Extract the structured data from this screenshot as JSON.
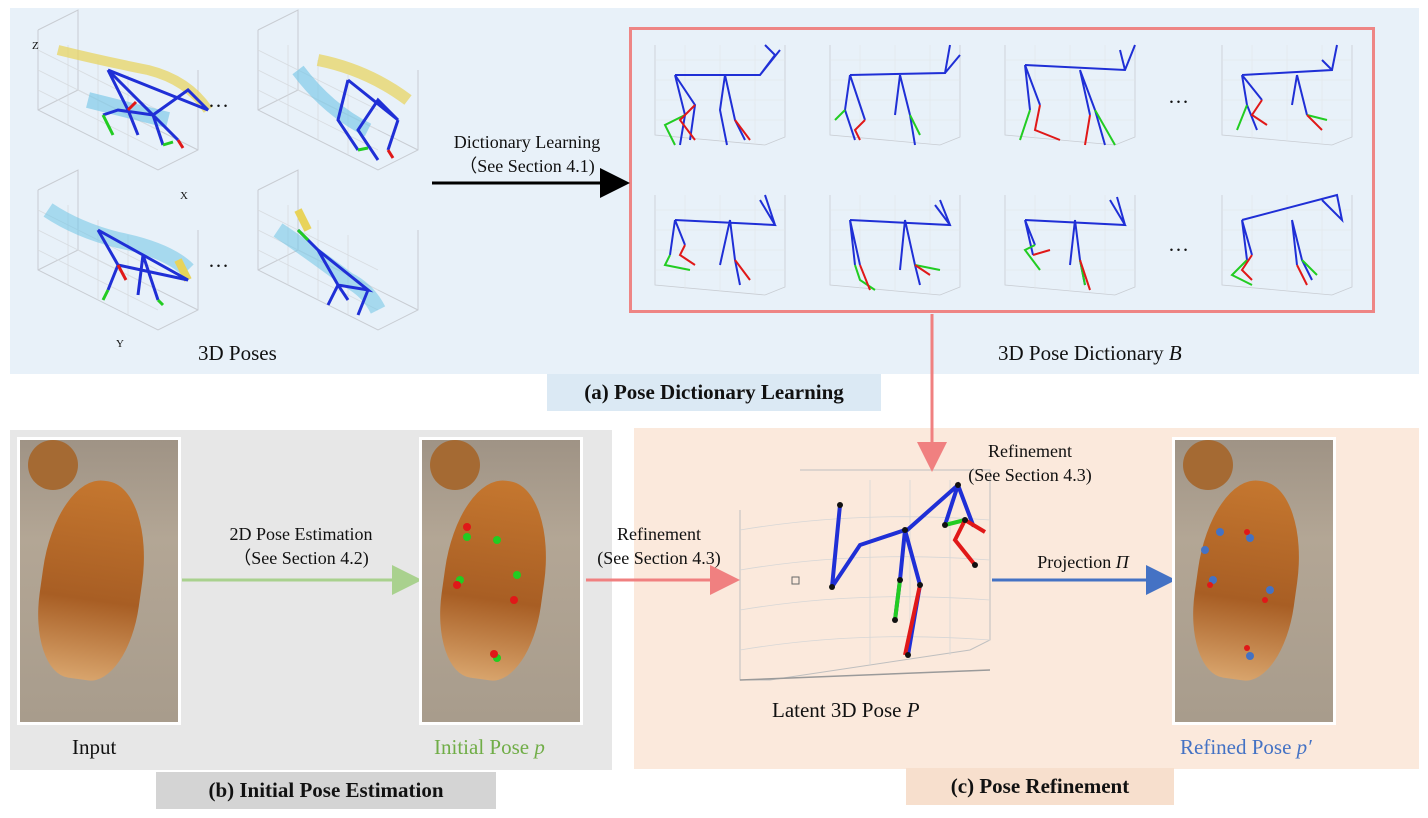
{
  "panels": {
    "a": {
      "tag": "(a) Pose Dictionary Learning"
    },
    "b": {
      "tag": "(b) Initial  Pose Estimation"
    },
    "c": {
      "tag": "(c) Pose Refinement"
    }
  },
  "labels": {
    "poses_3d": "3D Poses",
    "dictionary_caption": "3D Pose Dictionary",
    "dictionary_symbol": "B",
    "dict_learning_line1": "Dictionary Learning",
    "dict_learning_line2": "（See Section 4.1)",
    "pose_est_line1": "2D  Pose Estimation",
    "pose_est_line2": "（See Section 4.2)",
    "refine_left_line1": "Refinement",
    "refine_left_line2": "(See Section 4.3)",
    "refine_top_line1": "Refinement",
    "refine_top_line2": "(See Section 4.3)",
    "projection": "Projection",
    "projection_symbol": "Π",
    "input": "Input",
    "initial_pose": "Initial Pose",
    "initial_pose_symbol": "p",
    "latent_pose": "Latent 3D Pose",
    "latent_pose_symbol": "P",
    "refined_pose": "Refined Pose",
    "refined_pose_symbol": "p′",
    "ellipsis": "…",
    "axis_x": "X",
    "axis_y": "Y",
    "axis_z": "Z"
  },
  "colors": {
    "panel_a": "#e8f1f9",
    "panel_b": "#e7e7e7",
    "panel_c": "#fbe9dc",
    "dict_border": "#ee8585",
    "arrow_green": "#a9d18e",
    "arrow_red": "#f08080",
    "arrow_blue": "#4472c4",
    "arrow_black": "#000000",
    "skeleton_blue": "#1f2fd6",
    "skeleton_green": "#22cc22",
    "skeleton_red": "#e01818",
    "initial_pose_text": "#70ad47",
    "refined_pose_text": "#4472c4"
  }
}
